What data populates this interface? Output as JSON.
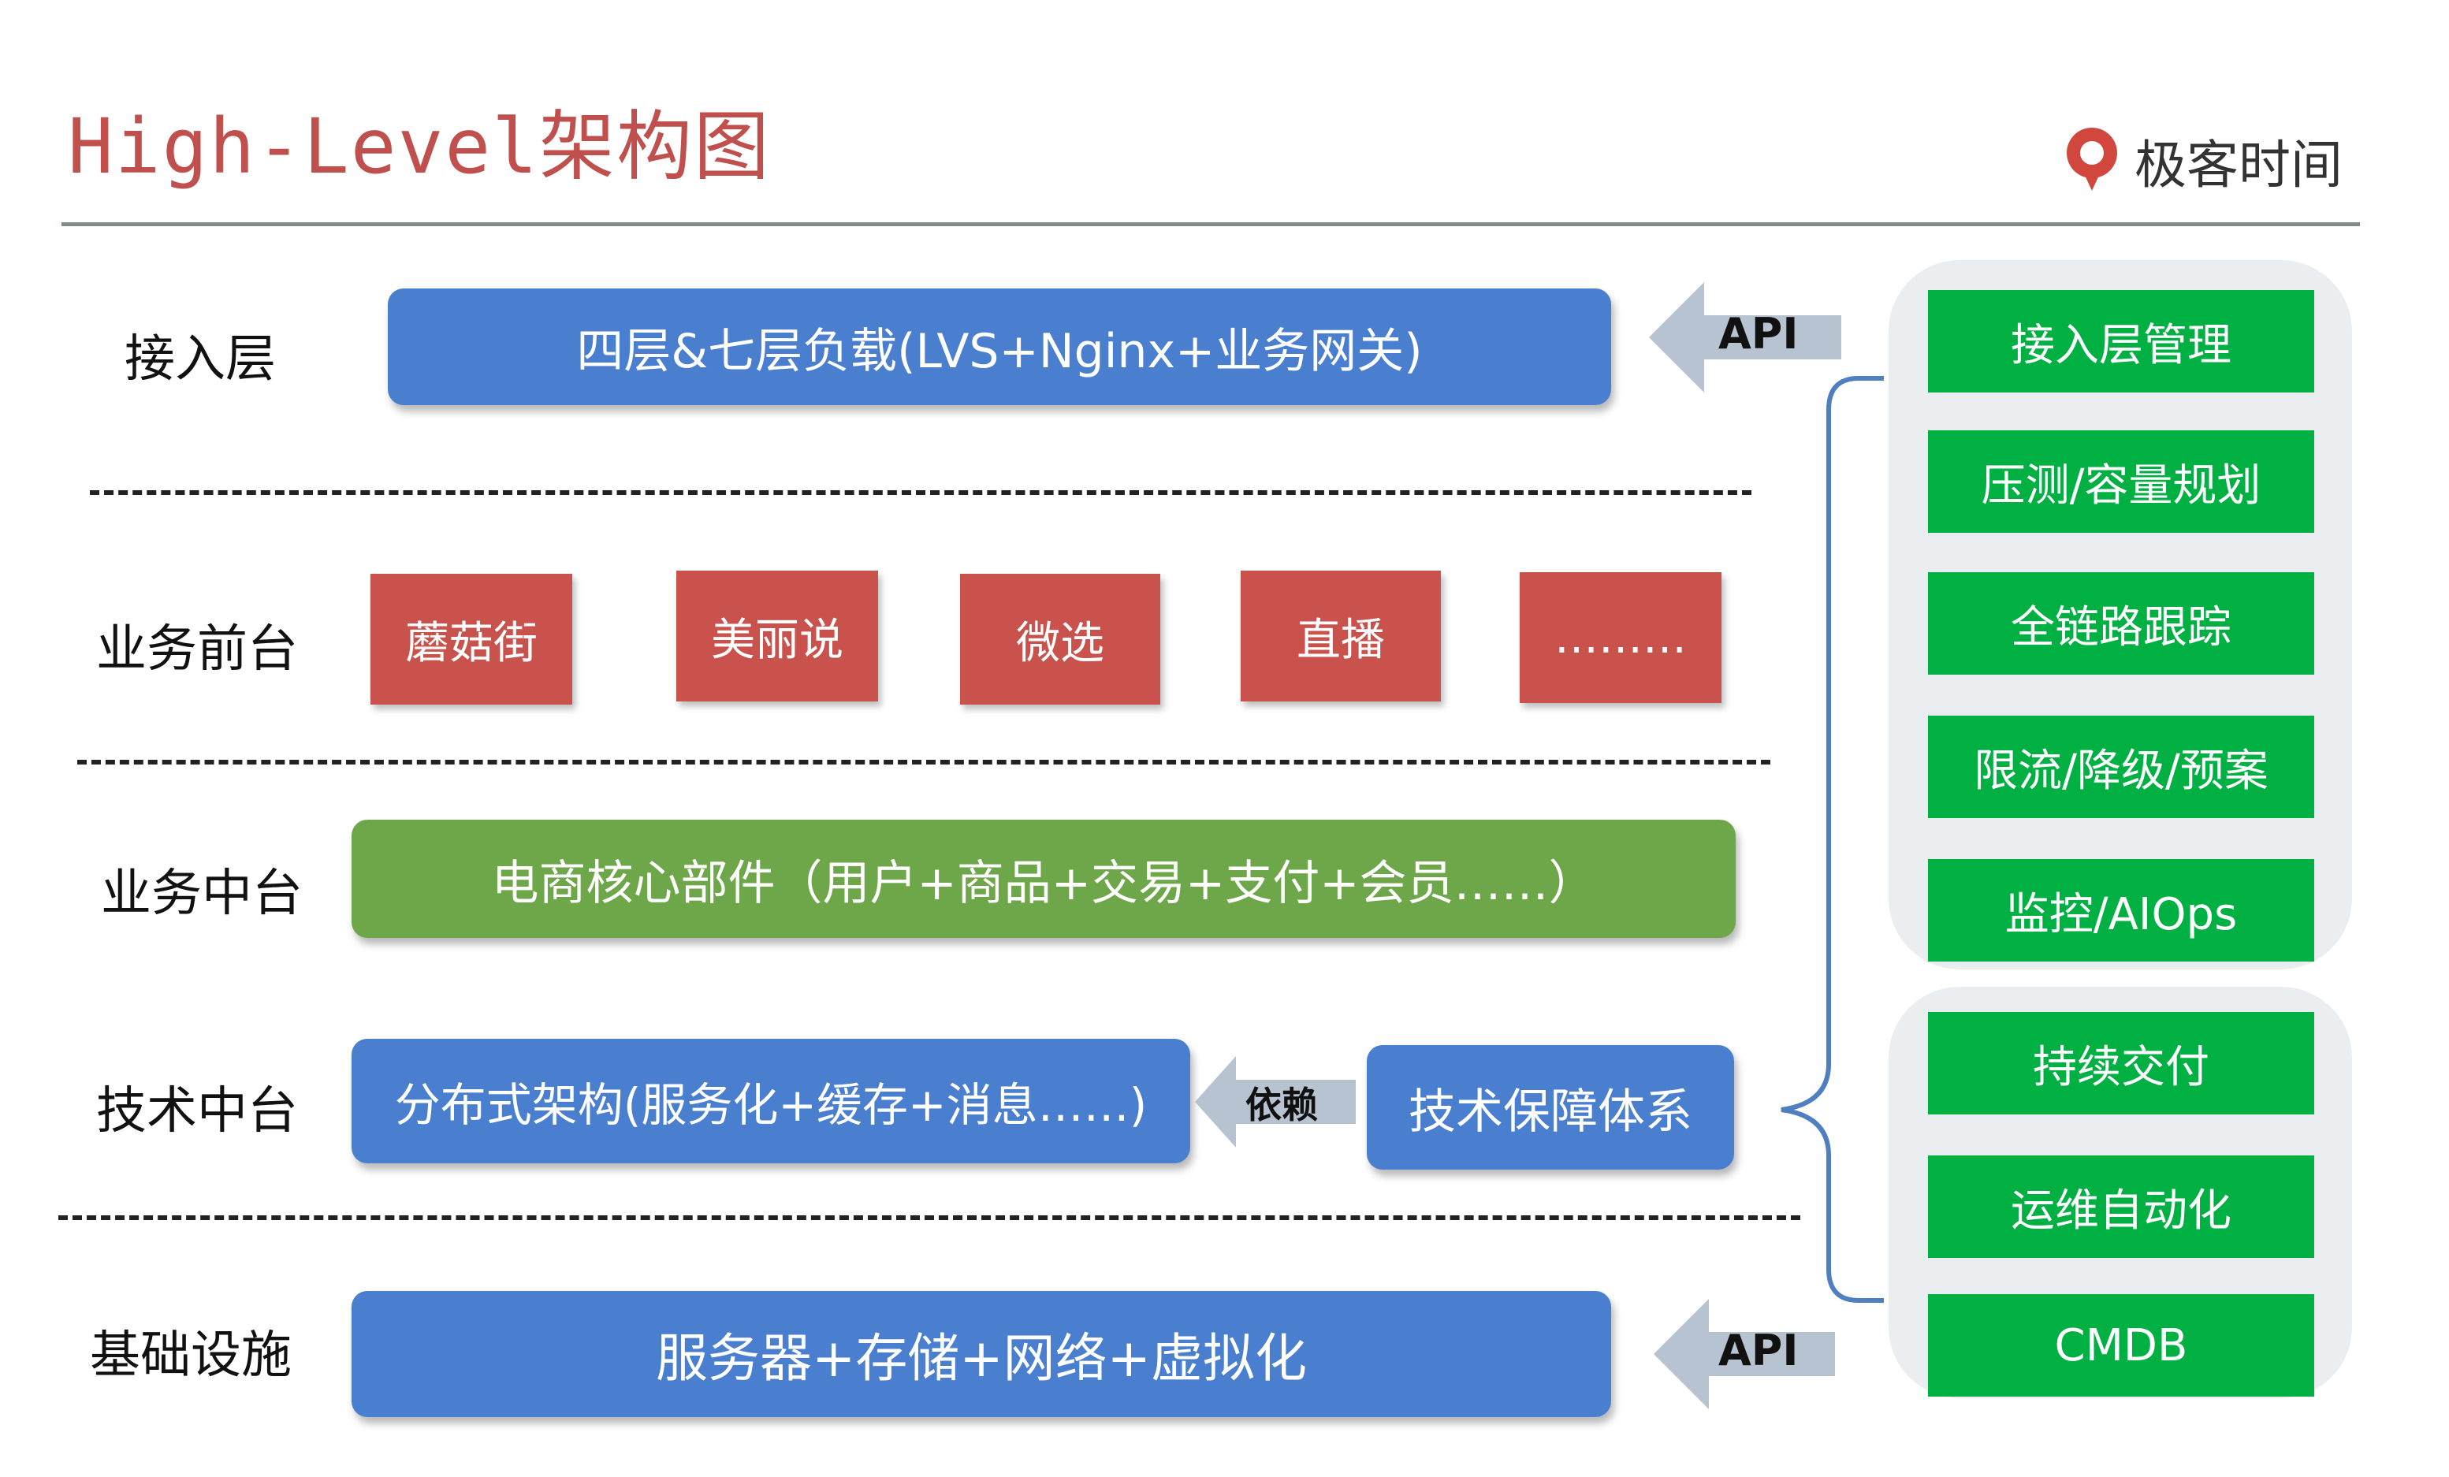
{
  "title": "High-Level架构图",
  "logo": {
    "text": "极客时间"
  },
  "layers": {
    "access": {
      "label": "接入层",
      "box": "四层&七层负载(LVS+Nginx+业务网关)"
    },
    "frontend": {
      "label": "业务前台",
      "items": [
        "蘑菇街",
        "美丽说",
        "微选",
        "直播",
        "………"
      ]
    },
    "middle": {
      "label": "业务中台",
      "box": "电商核心部件（用户+商品+交易+支付+会员……）"
    },
    "tech": {
      "label": "技术中台",
      "box": "分布式架构(服务化+缓存+消息……)",
      "depends": "依赖",
      "guarantee": "技术保障体系"
    },
    "infra": {
      "label": "基础设施",
      "box": "服务器+存储+网络+虚拟化"
    }
  },
  "api_top": "API",
  "api_bottom": "API",
  "side_panel_top": [
    "接入层管理",
    "压测/容量规划",
    "全链路跟踪",
    "限流/降级/预案",
    "监控/AIOps"
  ],
  "side_panel_bottom": [
    "持续交付",
    "运维自动化",
    "CMDB"
  ]
}
